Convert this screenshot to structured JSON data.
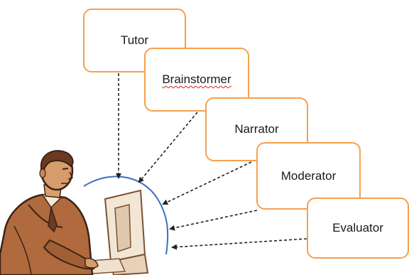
{
  "roles": [
    {
      "id": "tutor",
      "label": "Tutor"
    },
    {
      "id": "brainstormer",
      "label": "Brainstormer"
    },
    {
      "id": "narrator",
      "label": "Narrator"
    },
    {
      "id": "moderator",
      "label": "Moderator"
    },
    {
      "id": "evaluator",
      "label": "Evaluator"
    }
  ],
  "colors": {
    "box_border": "#f5a04e",
    "arc": "#3b6fc2",
    "arrow": "#222222"
  },
  "illustration": {
    "icon": "person-at-computer-icon"
  }
}
